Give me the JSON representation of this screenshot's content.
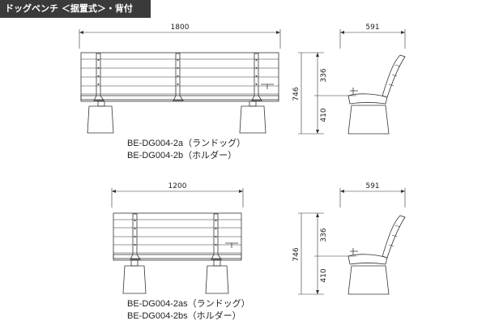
{
  "header": {
    "title": "ドッグベンチ ＜据置式＞・背付"
  },
  "benches": [
    {
      "width_dim": "1800",
      "depth_dim": "591",
      "total_height_dim": "746",
      "back_height_dim": "336",
      "seat_height_dim": "410",
      "models": [
        "BE-DG004-2a（ランドッグ）",
        "BE-DG004-2b（ホルダー）"
      ]
    },
    {
      "width_dim": "1200",
      "depth_dim": "591",
      "total_height_dim": "746",
      "back_height_dim": "336",
      "seat_height_dim": "410",
      "models": [
        "BE-DG004-2as（ランドッグ）",
        "BE-DG004-2bs（ホルダー）"
      ]
    }
  ]
}
